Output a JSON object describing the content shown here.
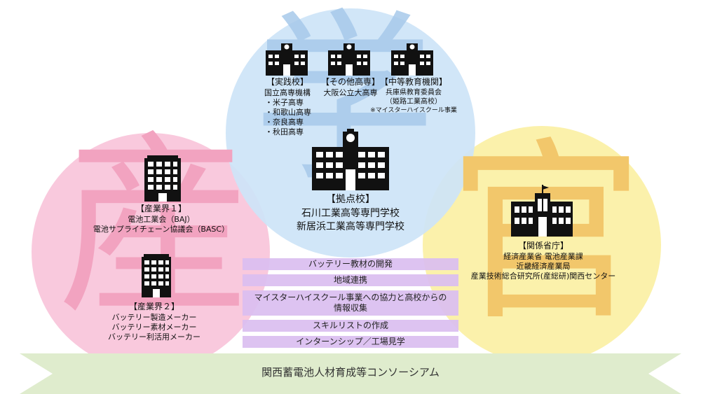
{
  "big_chars": {
    "sangyo": "産",
    "gaku": "学",
    "kan": "官"
  },
  "colors": {
    "pink": "#f9c9dd",
    "blue": "#d4e8f8",
    "yellow": "#fbf0a6",
    "green": "#dfeccd",
    "lavender": "#dabef0",
    "pink_char": "#f2a3c0",
    "blue_char": "#a7c9ea",
    "yellow_char": "#f2c76b"
  },
  "gaku": {
    "jissenko": {
      "title": "【実践校】",
      "org": "国立高専機構",
      "items": [
        "・米子高専",
        "・和歌山高専",
        "・奈良高専",
        "・秋田高専"
      ]
    },
    "sonota": {
      "title": "【その他高専】",
      "org": "大阪公立大高専"
    },
    "chuto": {
      "title": "【中等教育機関】",
      "org": "兵庫県教育委員会",
      "sub": "（姫路工業高校）",
      "note": "※マイスターハイスクール事業"
    },
    "kyoten": {
      "title": "【拠点校】",
      "line1": "石川工業高等専門学校",
      "line2": "新居浜工業高等専門学校"
    }
  },
  "sangyo": {
    "kai1": {
      "title": "【産業界１】",
      "line1": "電池工業会（BAJ）",
      "line2": "電池サプライチェーン協議会（BASC）"
    },
    "kai2": {
      "title": "【産業界２】",
      "lines": [
        "バッテリー製造メーカー",
        "バッテリー素材メーカー",
        "バッテリー利活用メーカー"
      ]
    }
  },
  "kan": {
    "title": "【関係省庁】",
    "lines": [
      "経済産業省 電池産業課",
      "近畿経済産業局",
      "産業技術総合研究所(産総研)関西センター"
    ]
  },
  "activities": [
    "バッテリー教材の開発",
    "地域連携",
    "マイスターハイスクール事業への協力と高校からの",
    "情報収集",
    "スキルリストの作成",
    "インターンシップ／工場見学"
  ],
  "consortium": "関西蓄電池人材育成等コンソーシアム",
  "icons": [
    "school-building-icon",
    "office-building-icon",
    "government-building-icon"
  ]
}
